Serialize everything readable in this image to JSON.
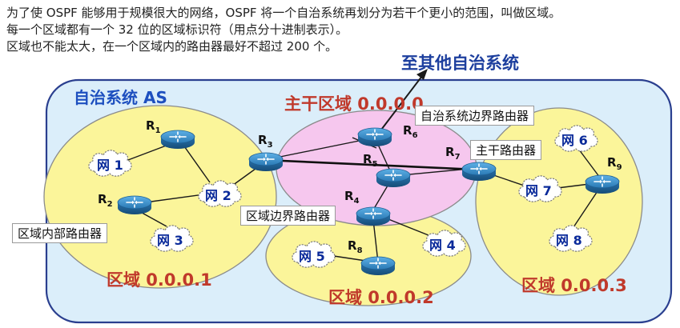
{
  "intro": {
    "line1": "为了使 OSPF 能够用于规模很大的网络，OSPF 将一个自治系统再划分为若干个更小的范围，叫做区域。",
    "line2": "每一个区域都有一个 32 位的区域标识符（用点分十进制表示）。",
    "line3": "区域也不能太大，在一个区域内的路由器最好不超过 200 个。"
  },
  "diagram": {
    "as_label": "自治系统 AS",
    "to_other_as": "至其他自治系统",
    "backbone_area": "主干区域 0.0.0.0",
    "area1": "区域 0.0.0.1",
    "area2": "区域 0.0.0.2",
    "area3": "区域 0.0.0.3",
    "callouts": {
      "as_boundary_router": "自治系统边界路由器",
      "backbone_router": "主干路由器",
      "area_border_router": "区域边界路由器",
      "internal_router": "区域内部路由器"
    },
    "routers": {
      "R1": {
        "letter": "R",
        "sub": "1"
      },
      "R2": {
        "letter": "R",
        "sub": "2"
      },
      "R3": {
        "letter": "R",
        "sub": "3"
      },
      "R4": {
        "letter": "R",
        "sub": "4"
      },
      "R5": {
        "letter": "R",
        "sub": "5"
      },
      "R6": {
        "letter": "R",
        "sub": "6"
      },
      "R7": {
        "letter": "R",
        "sub": "7"
      },
      "R8": {
        "letter": "R",
        "sub": "8"
      },
      "R9": {
        "letter": "R",
        "sub": "9"
      }
    },
    "networks": {
      "net1": "网 1",
      "net2": "网 2",
      "net3": "网 3",
      "net4": "网 4",
      "net5": "网 5",
      "net6": "网 6",
      "net7": "网 7",
      "net8": "网 8"
    }
  },
  "colors": {
    "as_fill": "#dbeefa",
    "as_stroke": "#2a3f8f",
    "area_fill": "#fbf59a",
    "backbone_fill": "#f6c7ee",
    "router_blue": "#2b7fb8",
    "area_title_red": "#c0392b",
    "as_title_blue": "#1d4fbf"
  }
}
